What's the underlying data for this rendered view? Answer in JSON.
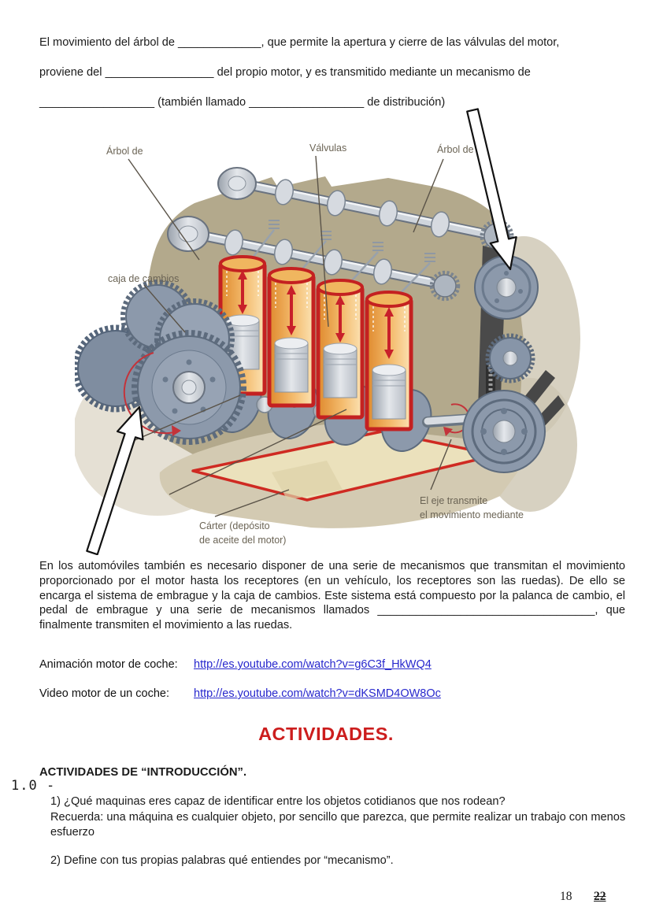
{
  "intro": {
    "line1": "El movimiento del árbol de _____________, que permite la apertura y cierre de las válvulas del motor,",
    "line2": "proviene del _________________ del propio motor, y es transmitido mediante un mecanismo de",
    "line3": "__________________ (también llamado __________________ de distribución)"
  },
  "figure": {
    "label_camshaft_left": "Árbol de",
    "label_valves": "Válvulas",
    "label_camshaft_right": "Árbol de",
    "label_gearbox": "caja de cambios",
    "label_sump_line1": "Cárter (depósito",
    "label_sump_line2": "de aceite del motor)",
    "label_axle_line1": "El eje transmite",
    "label_axle_line2": "el movimiento mediante"
  },
  "body_paragraph": "En los automóviles también es necesario disponer de una serie de mecanismos que transmitan el movimiento proporcionado por el motor hasta los receptores (en un vehículo, los receptores son las ruedas). De ello se encarga el sistema de embrague y la caja de cambios. Este sistema está compuesto por la palanca de cambio, el pedal de embrague y una serie de mecanismos llamados __________________________________, que finalmente transmiten el movimiento a las ruedas.",
  "links": [
    {
      "label": "Animación motor de coche:",
      "url": "http://es.youtube.com/watch?v=g6C3f_HkWQ4"
    },
    {
      "label": "Video motor de un coche:",
      "url": "http://es.youtube.com/watch?v=dKSMD4OW8Oc"
    }
  ],
  "activities": {
    "title": "ACTIVIDADES.",
    "subtitle": "ACTIVIDADES DE “INTRODUCCIÓN”.",
    "marker": "1.0 -",
    "q1": "1) ¿Qué maquinas eres capaz de identificar entre los objetos cotidianos que nos rodean?",
    "q1_note": "Recuerda: una máquina es cualquier objeto, por sencillo que parezca, que permite realizar un trabajo con menos esfuerzo",
    "q2": "2) Define con tus propias palabras qué entiendes por “mecanismo”."
  },
  "footer": {
    "page_number": "18",
    "crossed_number": "22"
  },
  "colors": {
    "title_red": "#cc1d1d",
    "link_blue": "#2727cd",
    "engine_block_tan": "#b3a98c",
    "cylinder_orange": "#f0a24b",
    "cylinder_red": "#c42121",
    "gear_blue_gray": "#8c99ab",
    "belt_dark": "#474747",
    "sump_cream": "#ebe1bc",
    "arrow_red": "#c8202a"
  }
}
